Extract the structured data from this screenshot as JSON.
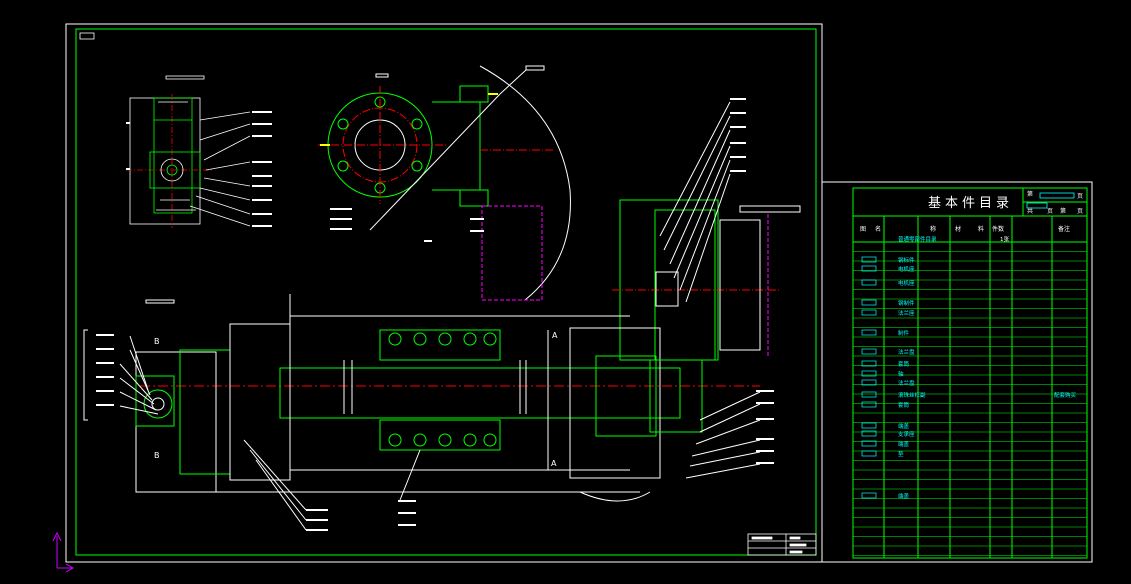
{
  "drawing": {
    "colors": {
      "background": "#000000",
      "frame": "#ffffff",
      "geometry": "#00ff00",
      "centerline": "#ff0000",
      "hidden": "#ff00ff",
      "text": "#00ffff"
    }
  },
  "parts_list": {
    "title": "基本件目录",
    "header": {
      "left": "图",
      "col2": "名",
      "col3": "称",
      "col4": "材",
      "col5": "料",
      "col6": "件数",
      "note": "备注"
    },
    "corner": {
      "a": "第",
      "b": "页",
      "c": "共",
      "d": "页",
      "e": "第",
      "f": "页"
    },
    "rows": [
      {
        "name": "普通零部件目录",
        "qty": "1张",
        "note": ""
      },
      {
        "name": "钢标件",
        "qty": "",
        "note": ""
      },
      {
        "name": "电机座",
        "qty": "",
        "note": ""
      },
      {
        "name": "电机座",
        "qty": "",
        "note": ""
      },
      {
        "name": "钢制件",
        "qty": "",
        "note": ""
      },
      {
        "name": "法兰座",
        "qty": "",
        "note": ""
      },
      {
        "name": "制件",
        "qty": "",
        "note": ""
      },
      {
        "name": "法兰盘",
        "qty": "",
        "note": ""
      },
      {
        "name": "套筒",
        "qty": "",
        "note": ""
      },
      {
        "name": "轴",
        "qty": "",
        "note": ""
      },
      {
        "name": "法兰盘",
        "qty": "",
        "note": ""
      },
      {
        "name": "滚珠丝杠副",
        "qty": "",
        "note": "配套购买"
      },
      {
        "name": "套筒",
        "qty": "",
        "note": ""
      },
      {
        "name": "端盖",
        "qty": "",
        "note": ""
      },
      {
        "name": "支承座",
        "qty": "",
        "note": ""
      },
      {
        "name": "端盖",
        "qty": "",
        "note": ""
      },
      {
        "name": "垫",
        "qty": "",
        "note": ""
      },
      {
        "name": "端盖",
        "qty": "",
        "note": ""
      }
    ]
  },
  "section_labels": {
    "b_top": "B",
    "b_bottom": "B",
    "a_top": "A",
    "a_bottom": "A"
  }
}
